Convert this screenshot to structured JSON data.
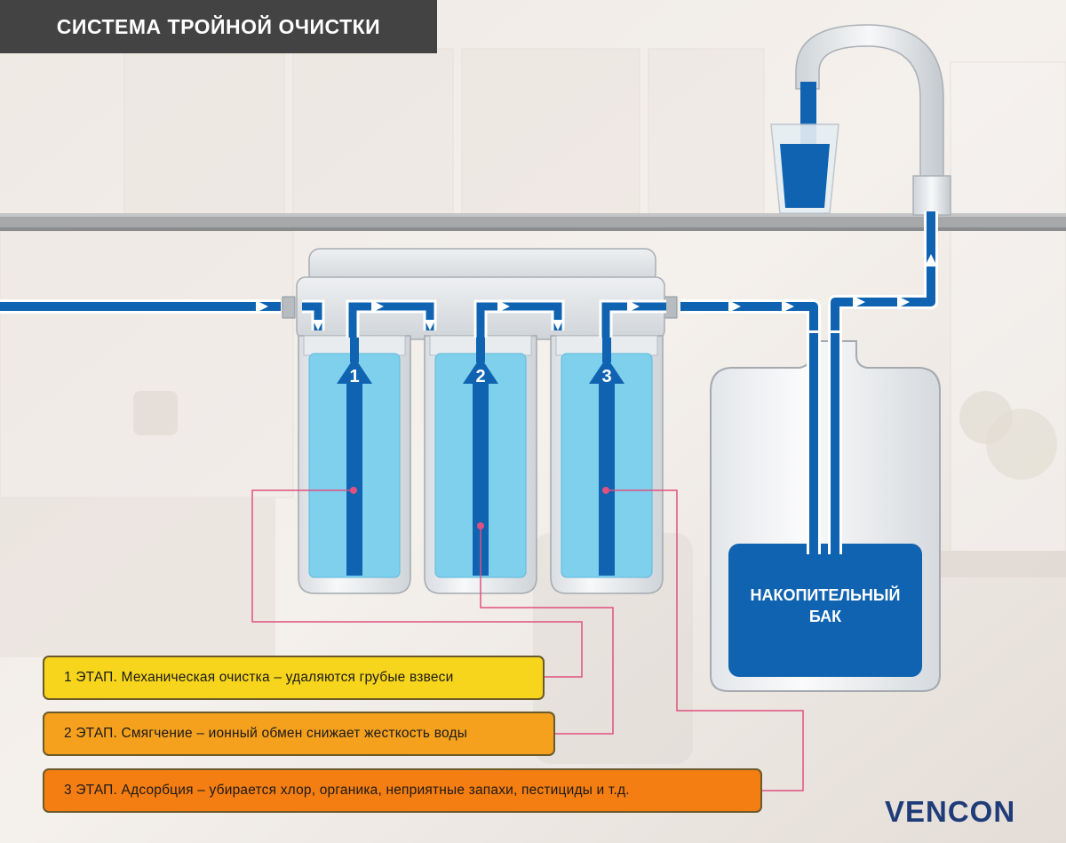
{
  "title": "СИСТЕМА ТРОЙНОЙ ОЧИСТКИ",
  "filters": [
    {
      "number": "1"
    },
    {
      "number": "2"
    },
    {
      "number": "3"
    }
  ],
  "tank": {
    "line1": "НАКОПИТЕЛЬНЫЙ",
    "line2": "БАК"
  },
  "stages": [
    {
      "text": "1 ЭТАП. Механическая очистка – удаляются грубые взвеси",
      "color": "#f7d51c"
    },
    {
      "text": "2 ЭТАП. Смягчение – ионный обмен снижает жесткость воды",
      "color": "#f5a11e"
    },
    {
      "text": "3 ЭТАП. Адсорбция – убирается хлор, органика, неприятные запахи, пестициды и т.д.",
      "color": "#f57e12"
    }
  ],
  "brand": "VENCON",
  "colors": {
    "water_dark": "#0f63b0",
    "water_light": "#7fd0ec",
    "leader_line": "#e0517f",
    "brand": "#1f3c78"
  }
}
